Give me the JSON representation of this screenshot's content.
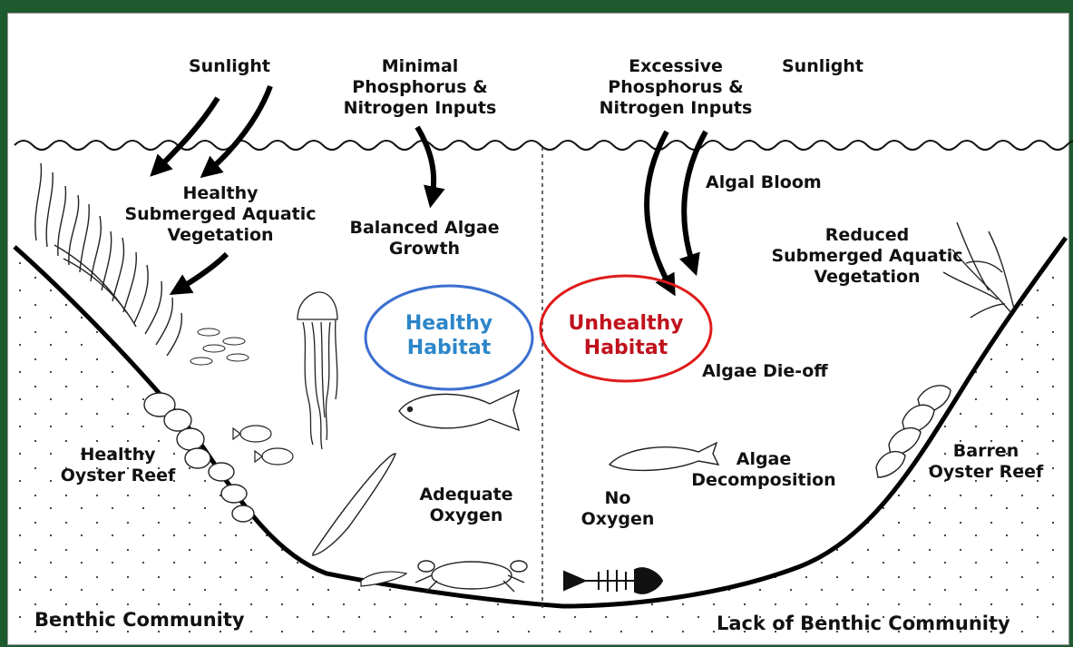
{
  "labels": {
    "sunlight_left": "Sunlight",
    "minimal_inputs": "Minimal\nPhosphorus &\nNitrogen Inputs",
    "excessive_inputs": "Excessive\nPhosphorus &\nNitrogen Inputs",
    "sunlight_right": "Sunlight",
    "healthy_sav": "Healthy\nSubmerged Aquatic\nVegetation",
    "balanced_algae": "Balanced Algae\nGrowth",
    "algal_bloom": "Algal Bloom",
    "reduced_sav": "Reduced\nSubmerged Aquatic\nVegetation",
    "healthy_habitat": "Healthy\nHabitat",
    "unhealthy_habitat": "Unhealthy\nHabitat",
    "algae_dieoff": "Algae Die-off",
    "healthy_oyster": "Healthy\nOyster Reef",
    "adequate_oxygen": "Adequate\nOxygen",
    "no_oxygen": "No\nOxygen",
    "algae_decomposition": "Algae\nDecomposition",
    "barren_oyster": "Barren\nOyster Reef",
    "benthic_community": "Benthic Community",
    "lack_benthic": "Lack of Benthic Community"
  },
  "colors": {
    "background": "#1d5a2e",
    "healthy_ring": "#3b6fd0",
    "healthy_text": "#2c86c9",
    "unhealthy_ring": "#e01b1b",
    "unhealthy_text": "#c0121d"
  }
}
